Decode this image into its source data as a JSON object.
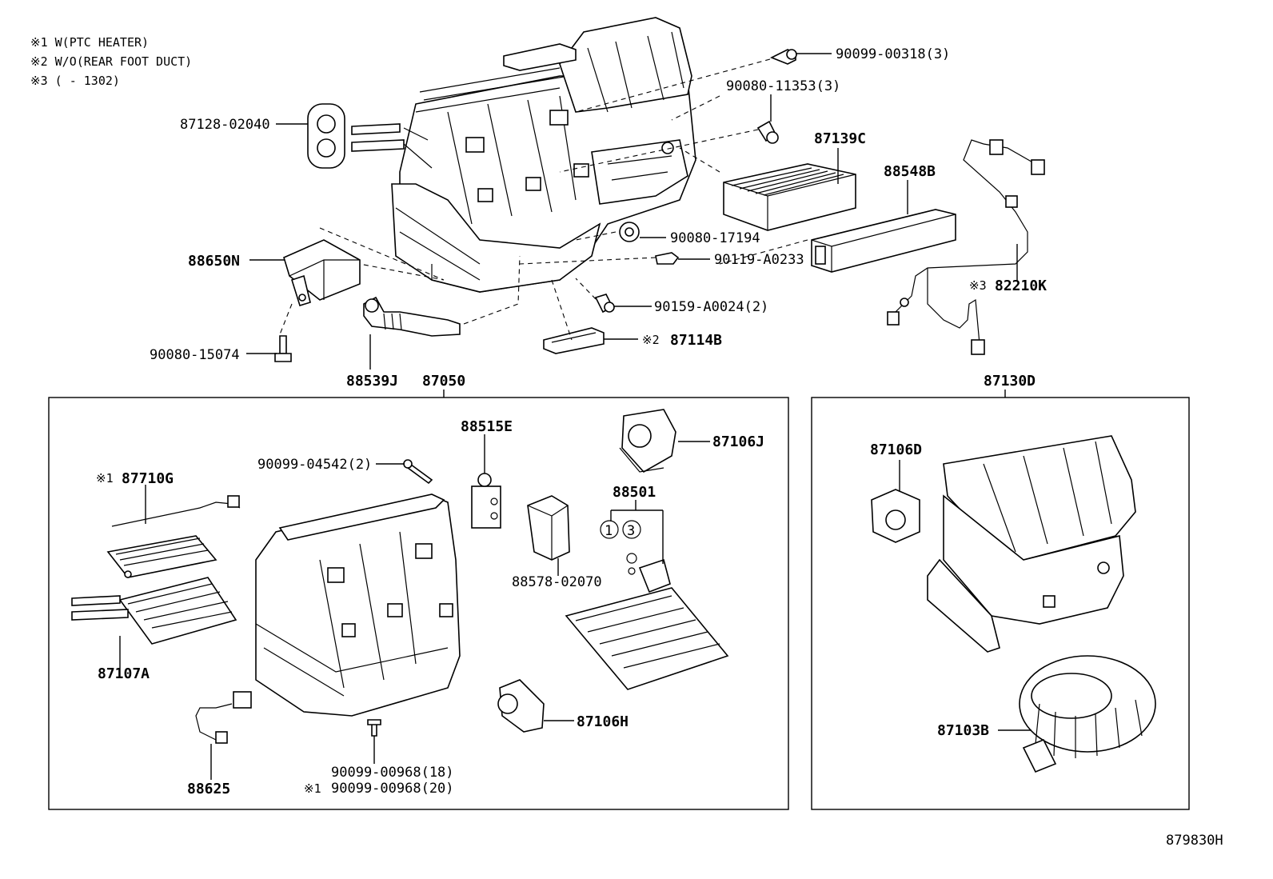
{
  "notes": [
    "※1 W(PTC HEATER)",
    "※2 W/O(REAR FOOT DUCT)",
    "※3 (    - 1302)"
  ],
  "labels": {
    "p90099_00318": "90099-00318(3)",
    "p90080_11353": "90080-11353(3)",
    "p87128_02040": "87128-02040",
    "p87139C": "87139C",
    "p88548B": "88548B",
    "p90080_17194": "90080-17194",
    "p90119_A0233": "90119-A0233",
    "p88650N": "88650N",
    "p82210K": "82210K",
    "p82210K_mark": "※3",
    "p90159_A0024": "90159-A0024(2)",
    "p87114B": "87114B",
    "p87114B_mark": "※2",
    "p90080_15074": "90080-15074",
    "p88539J": "88539J",
    "p87050": "87050",
    "p87130D": "87130D",
    "p88515E": "88515E",
    "p87106J": "87106J",
    "p90099_04542": "90099-04542(2)",
    "p87710G": "87710G",
    "p87710G_mark": "※1",
    "p88501": "88501",
    "p88501_c1": "1",
    "p88501_c3": "3",
    "p88578_02070": "88578-02070",
    "p87107A": "87107A",
    "p87106H": "87106H",
    "p90099_00968_18": "90099-00968(18)",
    "p90099_00968_20": "90099-00968(20)",
    "p90099_00968_20_mark": "※1",
    "p88625": "88625",
    "p87106D": "87106D",
    "p87103B": "87103B",
    "diagram_code": "879830H"
  }
}
